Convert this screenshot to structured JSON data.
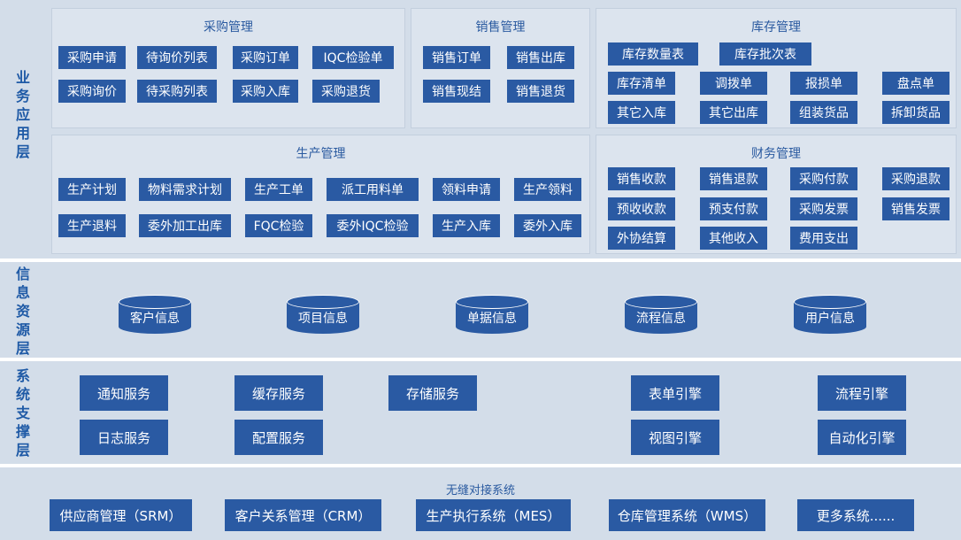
{
  "layers": {
    "business": "业\n务\n应\n用\n层",
    "info": "信\n息\n资\n源\n层",
    "support": "系\n统\n支\n撑\n层"
  },
  "purchase": {
    "title": "采购管理",
    "items": [
      "采购申请",
      "待询价列表",
      "采购订单",
      "IQC检验单",
      "采购询价",
      "待采购列表",
      "采购入库",
      "采购退货"
    ]
  },
  "sales": {
    "title": "销售管理",
    "items": [
      "销售订单",
      "销售出库",
      "销售现结",
      "销售退货"
    ]
  },
  "inventory": {
    "title": "库存管理",
    "items": [
      "库存数量表",
      "库存批次表",
      "库存清单",
      "调拨单",
      "报损单",
      "盘点单",
      "其它入库",
      "其它出库",
      "组装货品",
      "拆卸货品"
    ]
  },
  "production": {
    "title": "生产管理",
    "items": [
      "生产计划",
      "物料需求计划",
      "生产工单",
      "派工用料单",
      "领料申请",
      "生产领料",
      "生产退料",
      "委外加工出库",
      "FQC检验",
      "委外IQC检验",
      "生产入库",
      "委外入库"
    ]
  },
  "finance": {
    "title": "财务管理",
    "items": [
      "销售收款",
      "销售退款",
      "采购付款",
      "采购退款",
      "预收收款",
      "预支付款",
      "采购发票",
      "销售发票",
      "外协结算",
      "其他收入",
      "费用支出"
    ]
  },
  "info_resources": [
    "客户信息",
    "项目信息",
    "单据信息",
    "流程信息",
    "用户信息"
  ],
  "services": [
    "通知服务",
    "缓存服务",
    "存储服务",
    "表单引擎",
    "流程引擎",
    "日志服务",
    "配置服务",
    "视图引擎",
    "自动化引擎"
  ],
  "integration": {
    "title": "无缝对接系统",
    "items": [
      "供应商管理（SRM）",
      "客户关系管理（CRM）",
      "生产执行系统（MES）",
      "仓库管理系统（WMS）",
      "更多系统......"
    ]
  }
}
